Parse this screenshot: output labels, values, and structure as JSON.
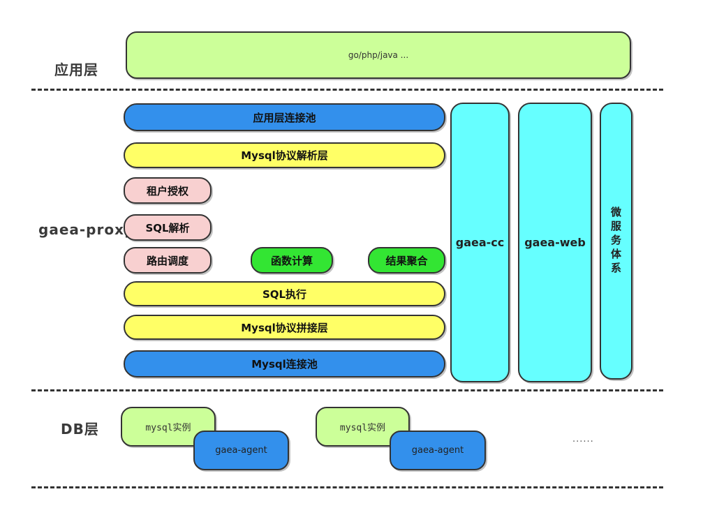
{
  "sections": {
    "app_layer_label": "应用层",
    "proxy_layer_label": "gaea-proxy",
    "db_layer_label": "DB层"
  },
  "app_layer": {
    "runtime_box": "go/php/java ..."
  },
  "proxy": {
    "app_conn_pool": "应用层连接池",
    "mysql_protocol_parse_layer": "Mysql协议解析层",
    "tenant_auth": "租户授权",
    "sql_parse": "SQL解析",
    "route_dispatch": "路由调度",
    "function_compute": "函数计算",
    "result_aggregate": "结果聚合",
    "sql_execute": "SQL执行",
    "mysql_protocol_splice_layer": "Mysql协议拼接层",
    "mysql_conn_pool": "Mysql连接池"
  },
  "columns": {
    "gaea_cc": "gaea-cc",
    "gaea_web": "gaea-web",
    "microservice_system": "微服务体系"
  },
  "db": {
    "items": [
      {
        "instance": "mysql实例",
        "agent": "gaea-agent"
      },
      {
        "instance": "mysql实例",
        "agent": "gaea-agent"
      }
    ],
    "ellipsis": "......"
  },
  "colors": {
    "blue": "#3390ec",
    "yellow": "#ffff66",
    "pink": "#f8d0d0",
    "green": "#33e533",
    "cyan": "#66ffff",
    "light_green": "#ccff99"
  }
}
